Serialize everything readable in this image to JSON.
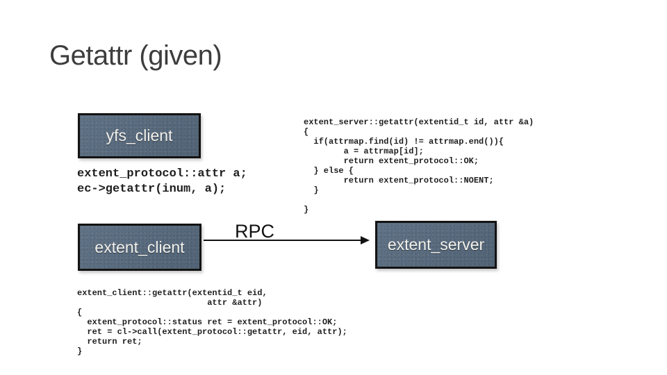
{
  "slide": {
    "title": "Getattr (given)",
    "boxes": {
      "yfs_client": {
        "label": "yfs_client"
      },
      "extent_client": {
        "label": "extent_client"
      },
      "extent_server": {
        "label": "extent_server"
      }
    },
    "arrow": {
      "label": "RPC"
    },
    "code": {
      "yfs_client_call": "extent_protocol::attr a;\nec->getattr(inum, a);",
      "extent_server_impl": "extent_server::getattr(extentid_t id, attr &a)\n{\n  if(attrmap.find(id) != attrmap.end()){\n        a = attrmap[id];\n        return extent_protocol::OK;\n  } else {\n        return extent_protocol::NOENT;\n  }\n\n}",
      "extent_client_impl": "extent_client::getattr(extentid_t eid,\n                          attr &attr)\n{\n  extent_protocol::status ret = extent_protocol::OK;\n  ret = cl->call(extent_protocol::getattr, eid, attr);\n  return ret;\n}"
    },
    "colors": {
      "background": "#ffffff",
      "title_text": "#3d3d3d",
      "box_fill": "#586b7f",
      "box_border": "#131313",
      "box_text": "#f2f1ec",
      "code_text": "#1e1e1e",
      "arrow": "#111111"
    }
  }
}
